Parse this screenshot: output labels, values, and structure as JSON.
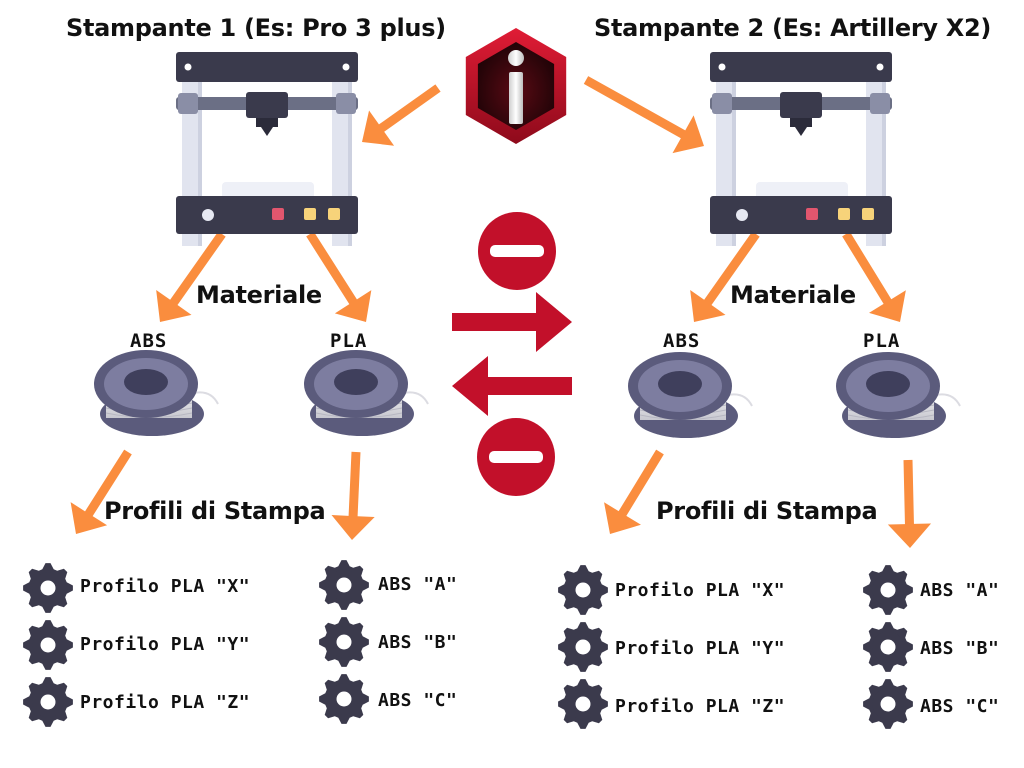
{
  "colors": {
    "arrow": "#fa8d3e",
    "frame_dark": "#3a3a4c",
    "frame_light": "#e1e4ef",
    "rail": "#6b6f85",
    "brand_red": "#c2102a",
    "spool": "#5b5b7c",
    "spool_light": "#7d7da0",
    "gear": "#3b3a4c"
  },
  "info_icon": "info-hexagon-icon",
  "transfer_icons": [
    "no-entry-icon",
    "arrow-right-icon",
    "arrow-left-icon",
    "no-entry-icon"
  ],
  "printers": [
    {
      "title": "Stampante 1 (Es: Pro 3 plus)",
      "material_label": "Materiale",
      "profiles_label": "Profili di Stampa",
      "spools": [
        {
          "label": "ABS",
          "profiles": [
            "Profilo PLA \"X\"",
            "Profilo PLA \"Y\"",
            "Profilo PLA \"Z\""
          ]
        },
        {
          "label": "PLA",
          "profiles": [
            "ABS \"A\"",
            "ABS \"B\"",
            "ABS \"C\""
          ]
        }
      ]
    },
    {
      "title": "Stampante 2 (Es: Artillery X2)",
      "material_label": "Materiale",
      "profiles_label": "Profili di Stampa",
      "spools": [
        {
          "label": "ABS",
          "profiles": [
            "Profilo PLA \"X\"",
            "Profilo PLA \"Y\"",
            "Profilo PLA \"Z\""
          ]
        },
        {
          "label": "PLA",
          "profiles": [
            "ABS \"A\"",
            "ABS \"B\"",
            "ABS \"C\""
          ]
        }
      ]
    }
  ]
}
